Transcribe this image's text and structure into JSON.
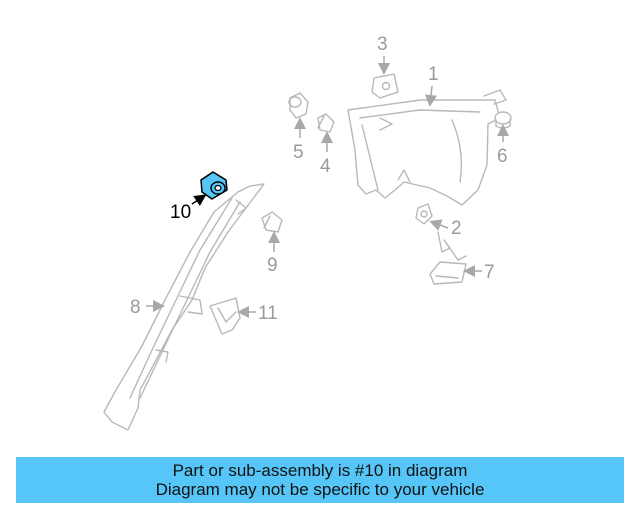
{
  "callouts": {
    "c1": "1",
    "c2": "2",
    "c3": "3",
    "c4": "4",
    "c5": "5",
    "c6": "6",
    "c7": "7",
    "c8": "8",
    "c9": "9",
    "c10": "10",
    "c11": "11"
  },
  "highlight_color": "#55c6f7",
  "highlighted_part": "10",
  "banner": {
    "line1": "Part or sub-assembly is #10 in diagram",
    "line2": "Diagram may not be specific to your vehicle"
  }
}
